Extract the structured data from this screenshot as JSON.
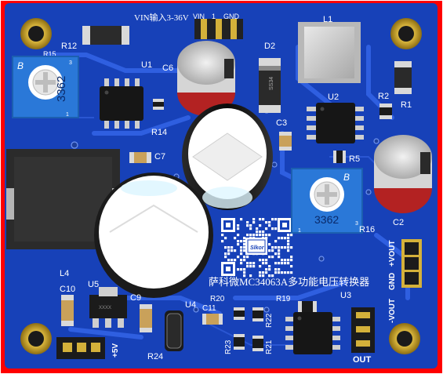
{
  "board": {
    "title_silk": "萨科微MC34063A多功能电压转换器",
    "vin_label": "VIN输入3-36V",
    "vin_pins": "VIN",
    "vin_gnd": "GND",
    "vin_num": "1",
    "out_label": "OUT",
    "plus5v": "+5V",
    "vout_pos": "+VOUT",
    "vout_gnd": "GND",
    "vout_neg": "-VOUT",
    "logo_text": "Slkor"
  },
  "designators": {
    "r12": "R12",
    "r15": "R15",
    "u1": "U1",
    "c6": "C6",
    "d2": "D2",
    "l1": "L1",
    "r2": "R2",
    "r1": "R1",
    "u2": "U2",
    "c3": "C3",
    "r14": "R14",
    "c7": "C7",
    "r5": "R5",
    "r16": "R16",
    "c2": "C2",
    "l4": "L4",
    "c10": "C10",
    "u5": "U5",
    "c9": "C9",
    "u4": "U4",
    "r20": "R20",
    "c11": "C11",
    "r19": "R19",
    "r22": "R22",
    "r21": "R21",
    "r23": "R23",
    "u3": "U3",
    "r24": "R24"
  },
  "pots": {
    "left_code": "3362",
    "left_letter": "B",
    "right_code": "3362",
    "right_letter": "B",
    "pin1": "1",
    "pin3": "3"
  },
  "chips": {
    "diode_mark": "SS34",
    "u5_mark": "XXXX"
  },
  "colors": {
    "pcb": "#1741b8",
    "pcb_dark": "#0f2f8f",
    "trace": "#2f5fe0",
    "frame": "#ff0000",
    "gold": "#c9a227",
    "pot_blue": "#2a78d8",
    "cap_red": "#b32222"
  }
}
